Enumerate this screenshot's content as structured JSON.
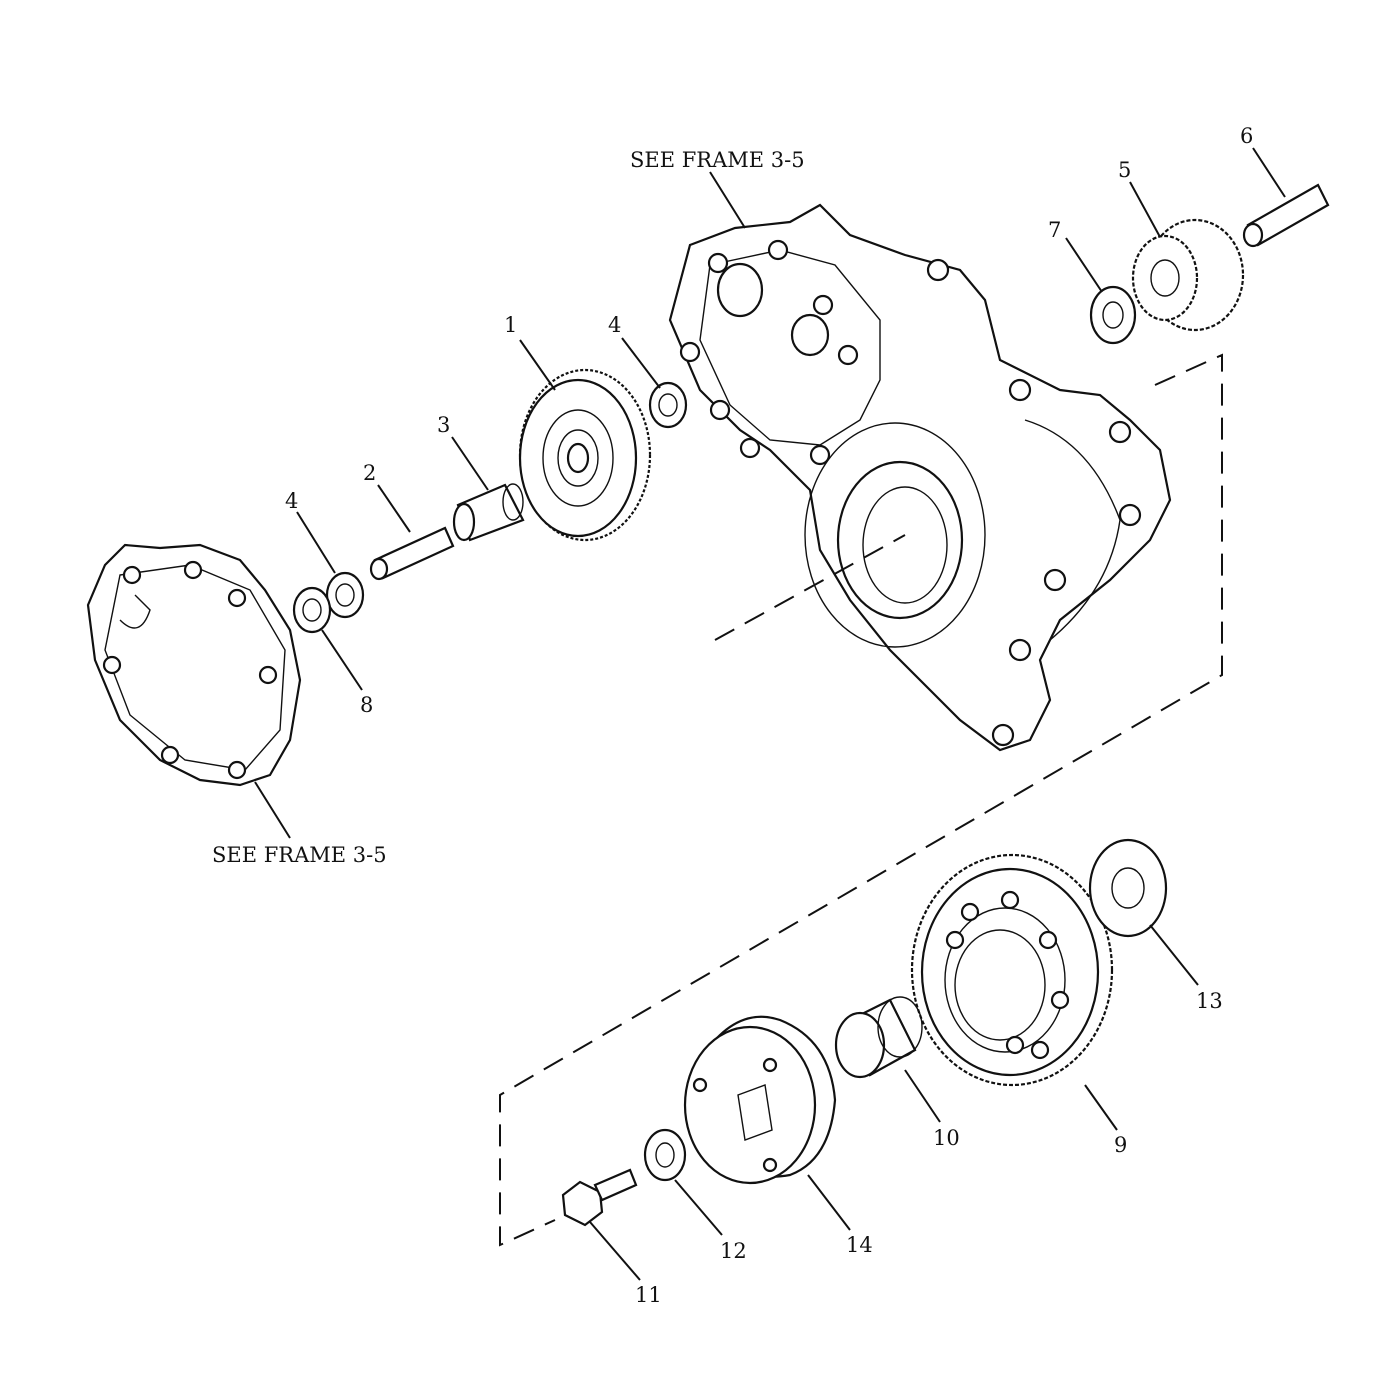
{
  "diagram": {
    "captions": {
      "top": "SEE FRAME 3-5",
      "bottom": "SEE FRAME 3-5"
    },
    "callouts": [
      {
        "id": "c1",
        "text": "1"
      },
      {
        "id": "c2",
        "text": "2"
      },
      {
        "id": "c3",
        "text": "3"
      },
      {
        "id": "c4a",
        "text": "4"
      },
      {
        "id": "c4b",
        "text": "4"
      },
      {
        "id": "c5",
        "text": "5"
      },
      {
        "id": "c6",
        "text": "6"
      },
      {
        "id": "c7",
        "text": "7"
      },
      {
        "id": "c8",
        "text": "8"
      },
      {
        "id": "c9",
        "text": "9"
      },
      {
        "id": "c10",
        "text": "10"
      },
      {
        "id": "c11",
        "text": "11"
      },
      {
        "id": "c12",
        "text": "12"
      },
      {
        "id": "c13",
        "text": "13"
      },
      {
        "id": "c14",
        "text": "14"
      }
    ]
  }
}
